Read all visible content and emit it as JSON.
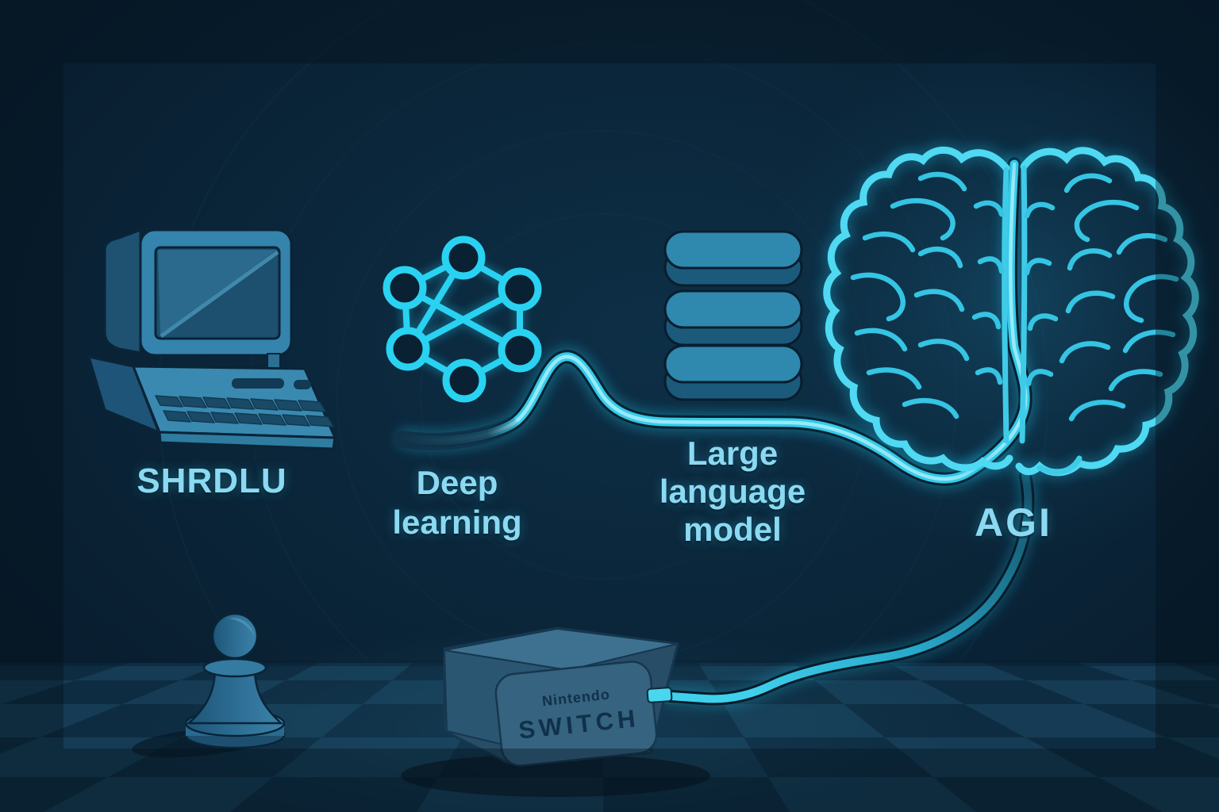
{
  "labels": {
    "shrdlu": "SHRDLU",
    "deep_learning_lines": [
      "Deep",
      "learning"
    ],
    "llm_lines": [
      "Large",
      "language",
      "model"
    ],
    "agi": "AGI"
  },
  "console": {
    "brand": "Nintendo",
    "model": "SWITCH"
  },
  "icons": {
    "shrdlu": "retro-computer-icon",
    "deep_learning": "neural-network-icon",
    "llm": "database-stack-icon",
    "agi": "brain-icon",
    "extras": [
      "chess-pawn-icon",
      "game-console-box",
      "glowing-cable",
      "checkered-floor"
    ]
  },
  "colors": {
    "background": "#0a2134",
    "accent_cyan": "#38d2f0",
    "cable_core": "#a9eefb",
    "label_text": "#8bd9f2",
    "icon_blue": "#2f7ea8",
    "icon_shadow_blue": "#1d5577",
    "floor_dark": "#0e2c41",
    "floor_light": "#1c4a64",
    "console_face": "#356380",
    "console_text": "#11304a"
  }
}
